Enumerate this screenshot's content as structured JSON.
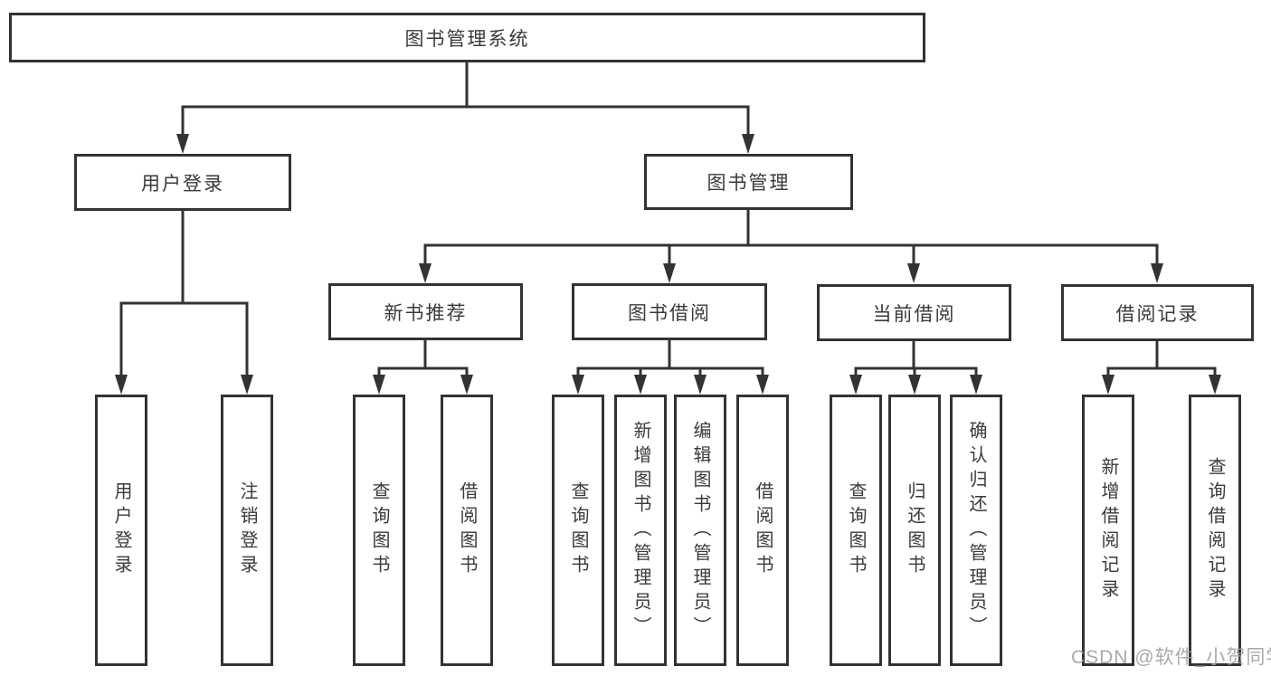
{
  "nodes": {
    "root": "图书管理系统",
    "user_login": "用户登录",
    "book_management": "图书管理",
    "new_book_recommend": "新书推荐",
    "book_borrow": "图书借阅",
    "current_borrow": "当前借阅",
    "borrow_records": "借阅记录",
    "ul_user_login": "用户登录",
    "ul_logout_login": "注销登录",
    "nb_query_books": "查询图书",
    "nb_borrow_books": "借阅图书",
    "bb_query_books": "查询图书",
    "bb_add_books_admin": "新增图书（管理员）",
    "bb_edit_books_admin": "编辑图书（管理员）",
    "bb_borrow_books": "借阅图书",
    "cb_query_books": "查询图书",
    "cb_return_books": "归还图书",
    "cb_confirm_return_admin": "确认归还（管理员）",
    "br_add_borrow_record": "新增借阅记录",
    "br_query_borrow_record": "查询借阅记录"
  },
  "watermark": "CSDN @软件_小贺同学",
  "colors": {
    "line": "#333333",
    "text": "#3a3a3a",
    "watermark": "#9e9e9e",
    "background": "#ffffff"
  }
}
